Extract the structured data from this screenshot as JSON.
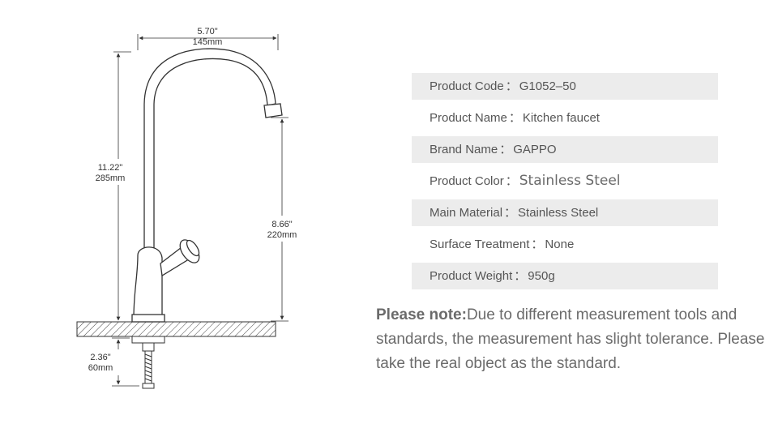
{
  "dimensions": {
    "width_in": "5.70\"",
    "width_mm": "145mm",
    "height_in": "11.22\"",
    "height_mm": "285mm",
    "spout_in": "8.66\"",
    "spout_mm": "220mm",
    "shank_in": "2.36\"",
    "shank_mm": "60mm"
  },
  "specs": [
    {
      "label": "Product Code",
      "sep": "：",
      "value": "G1052–50"
    },
    {
      "label": "Product Name",
      "sep": "：",
      "value": "Kitchen faucet"
    },
    {
      "label": "Brand Name ",
      "sep": "：",
      "value": "GAPPO"
    },
    {
      "label": "Product Color ",
      "sep": "：",
      "value": "Stainless Steel"
    },
    {
      "label": "Main Material",
      "sep": "：",
      "value": "Stainless Steel"
    },
    {
      "label": "Surface Treatment",
      "sep": "：",
      "value": "None"
    },
    {
      "label": "Product Weight",
      "sep": "：",
      "value": "950g"
    }
  ],
  "note": {
    "bold": "Please note:",
    "text": "Due to different measurement tools and standards, the measurement has slight tolerance. Please take the real object as the standard."
  },
  "colors": {
    "shaded_row": "#ececec",
    "text": "#555555",
    "line": "#333333"
  }
}
